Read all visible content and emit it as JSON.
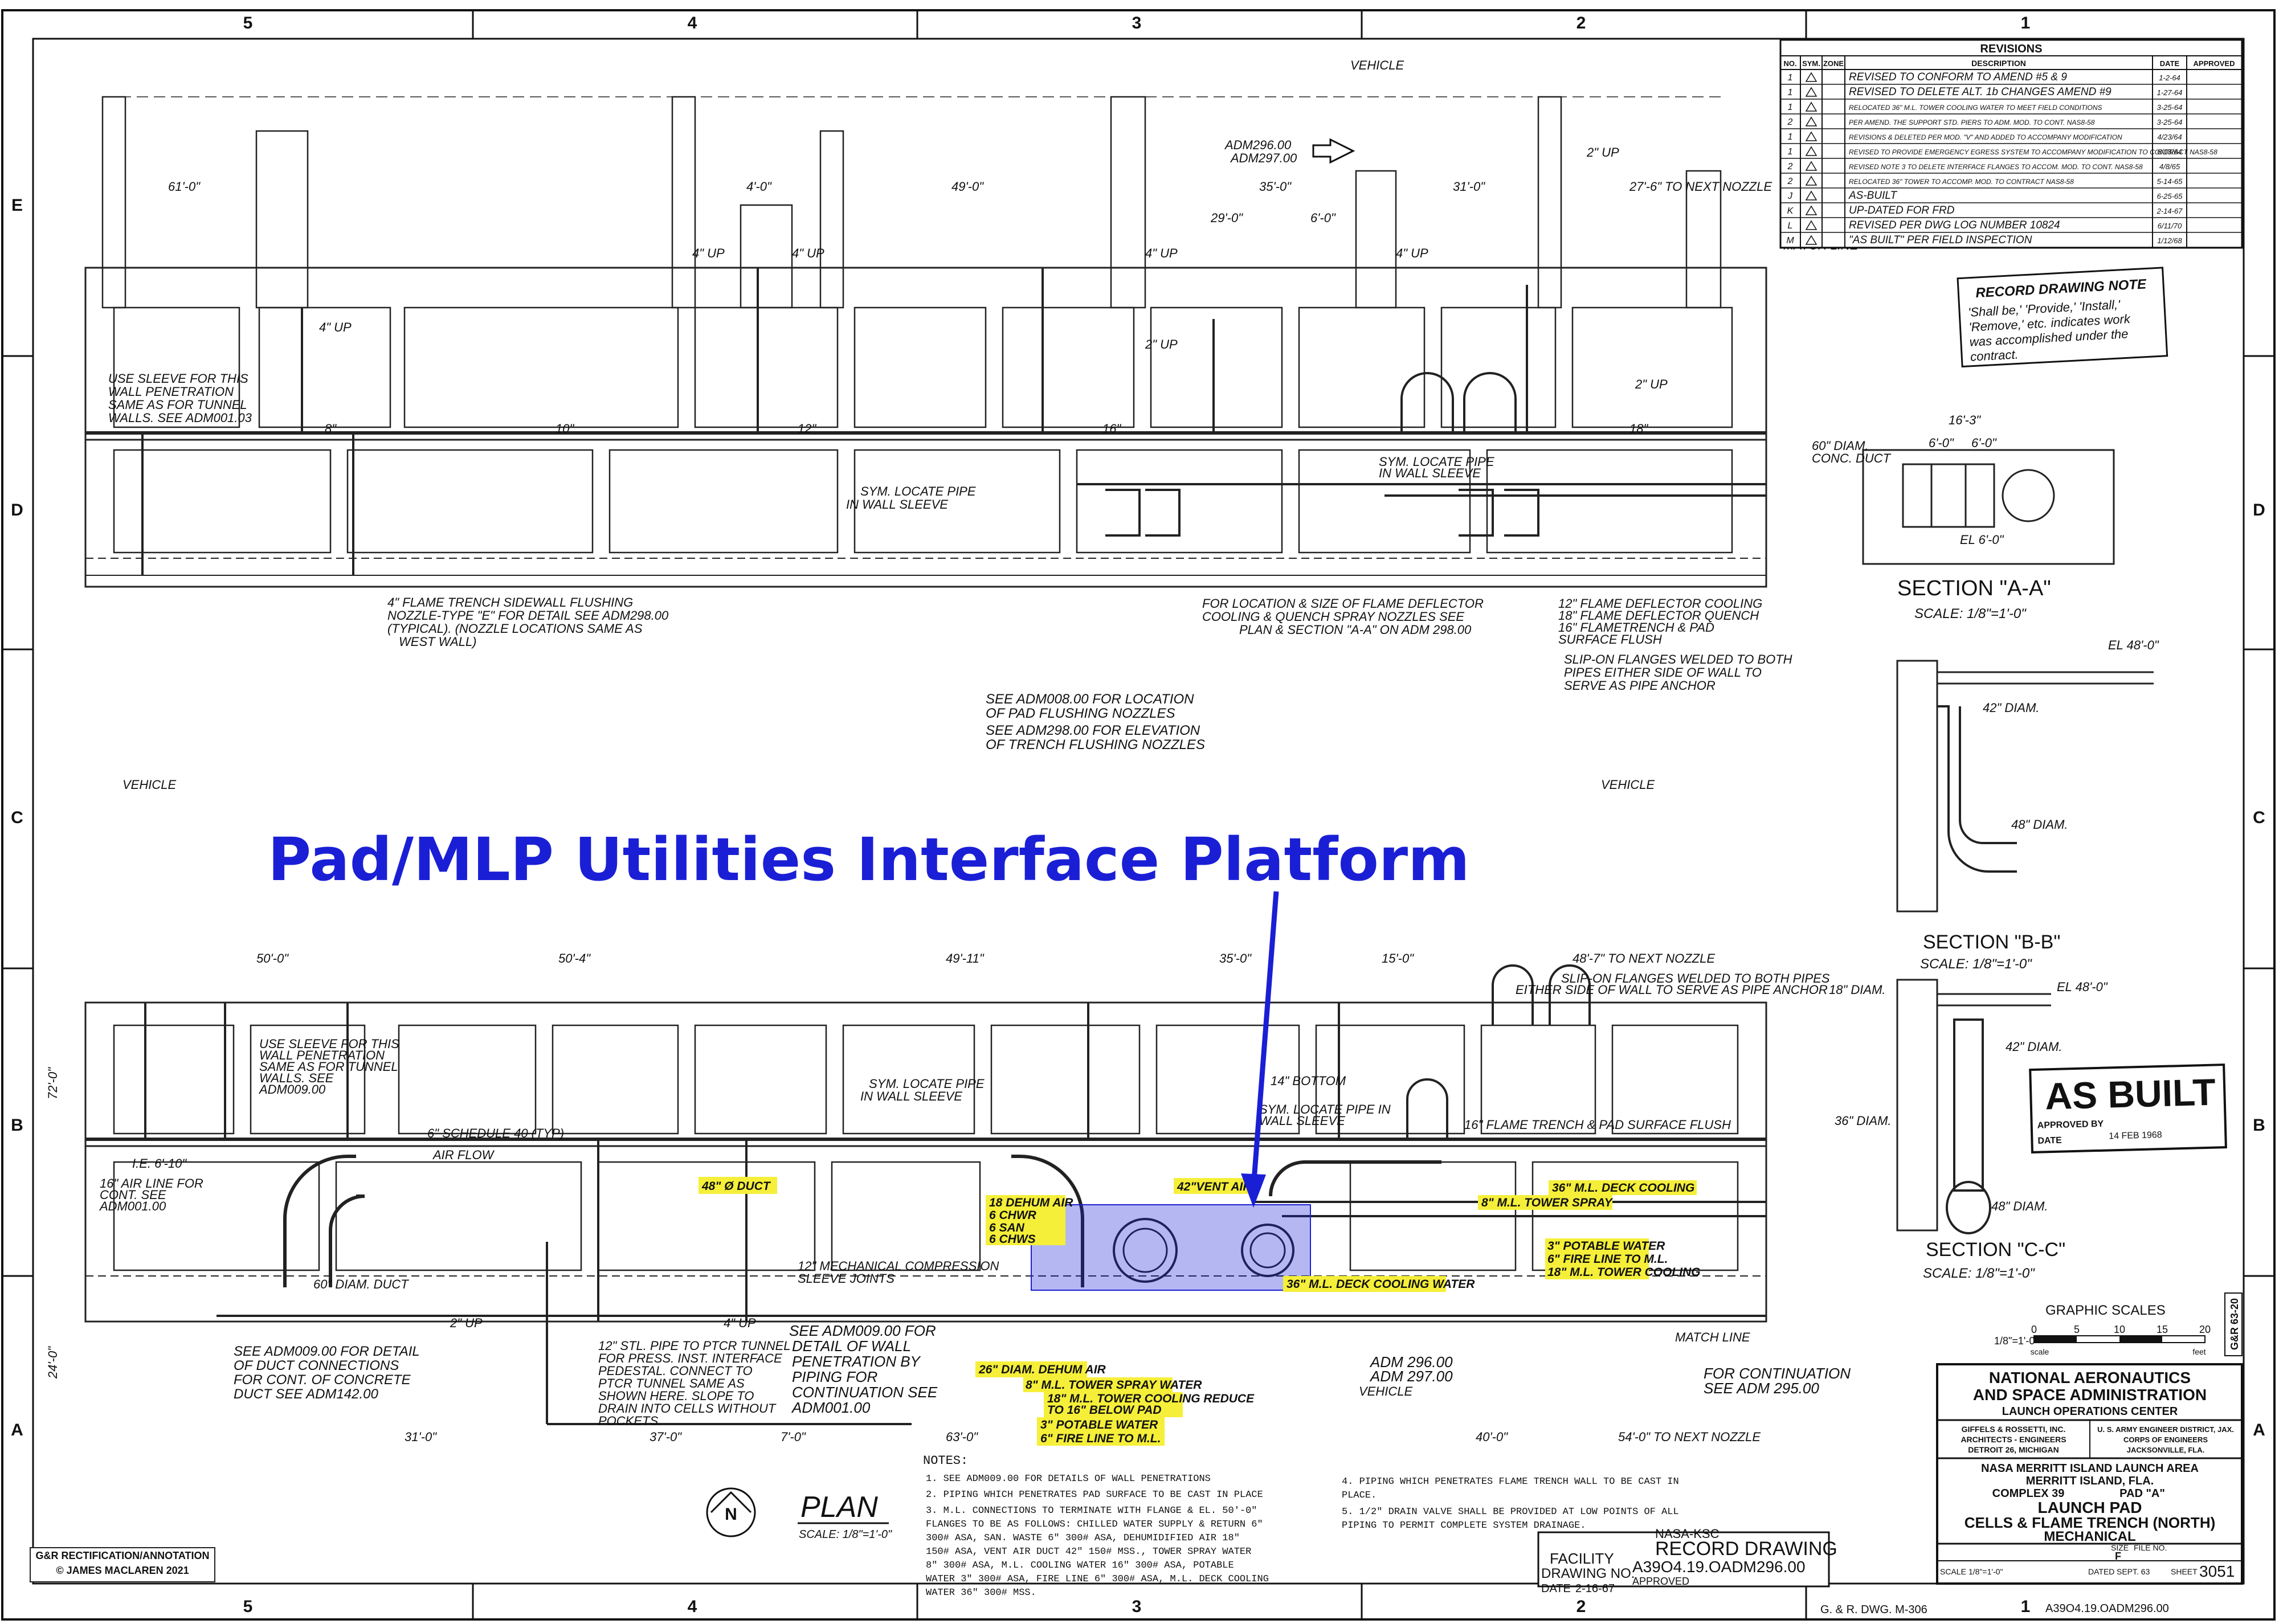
{
  "border": {
    "columns": [
      "5",
      "4",
      "3",
      "2",
      "1"
    ],
    "rows": [
      "E",
      "D",
      "C",
      "B",
      "A"
    ]
  },
  "overlay": {
    "title": "Pad/MLP Utilities Interface Platform",
    "color": "#1a1fd6",
    "highlight_color": "#f5ef3a"
  },
  "revisions": {
    "title": "REVISIONS",
    "headers": [
      "NO.",
      "SYM.",
      "ZONE",
      "DESCRIPTION",
      "DATE",
      "APPROVED"
    ],
    "rows": [
      {
        "no": "1",
        "desc": "REVISED TO CONFORM TO AMEND #5 & 9",
        "date": "1-2-64"
      },
      {
        "no": "1",
        "desc": "REVISED TO DELETE ALT. 1b CHANGES AMEND #9",
        "date": "1-27-64"
      },
      {
        "no": "1",
        "desc": "RELOCATED 36\" M.L. TOWER COOLING WATER TO MEET FIELD CONDITIONS",
        "date": "3-25-64"
      },
      {
        "no": "2",
        "desc": "PER AMEND. THE SUPPORT STD. PIERS TO ADM. MOD. TO CONT. NAS8-58",
        "date": "3-25-64"
      },
      {
        "no": "1",
        "desc": "REVISIONS & DELETED PER MOD. \"V\" AND ADDED TO ACCOMPANY MODIFICATION",
        "date": "4/23/64"
      },
      {
        "no": "1",
        "desc": "REVISED TO PROVIDE EMERGENCY EGRESS SYSTEM TO ACCOMPANY MODIFICATION TO CONTRACT NAS8-58",
        "date": "6/18/64"
      },
      {
        "no": "2",
        "desc": "REVISED NOTE 3 TO DELETE INTERFACE FLANGES TO ACCOM. MOD. TO CONT. NAS8-58",
        "date": "4/8/65"
      },
      {
        "no": "2",
        "desc": "RELOCATED 36\" TOWER TO ACCOMP. MOD. TO CONTRACT NAS8-58",
        "date": "5-14-65"
      },
      {
        "no": "J",
        "desc": "AS-BUILT",
        "date": "6-25-65"
      },
      {
        "no": "K",
        "desc": "UP-DATED FOR FRD",
        "date": "2-14-67"
      },
      {
        "no": "L",
        "desc": "REVISED PER DWG LOG NUMBER 10824",
        "date": "6/11/70"
      },
      {
        "no": "M",
        "desc": "\"AS BUILT\" PER FIELD INSPECTION",
        "date": "1/12/68"
      }
    ]
  },
  "record_note": {
    "title": "RECORD DRAWING NOTE",
    "body": [
      "'Shall be,' 'Provide,' 'Install,'",
      "'Remove,' etc. indicates work",
      "was accomplished under the",
      "contract."
    ]
  },
  "top_plan": {
    "labels": {
      "vehicle_top": "VEHICLE",
      "adm_ref": "ADM296.00",
      "adm_ref2": "ADM297.00",
      "dim_61": "61'-0\"",
      "dim_4_0": "4'-0\"",
      "dim_49": "49'-0\"",
      "dim_35": "35'-0\"",
      "dim_31": "31'-0\"",
      "dim_next": "27'-6\" TO NEXT NOZZLE",
      "dim_29": "29'-0\"",
      "dim_6": "6'-0\"",
      "up4a": "4\" UP",
      "up4b": "4\" UP",
      "up4c": "4\" UP",
      "up4d": "4\" UP",
      "up4e": "4\" UP",
      "up2a": "2\" UP",
      "up2b": "2\" UP",
      "up2c": "2\" UP",
      "match_line": "MATCH LINE",
      "sleeve_note_1": "USE SLEEVE FOR THIS",
      "sleeve_note_2": "WALL PENETRATION",
      "sleeve_note_3": "SAME AS FOR TUNNEL",
      "sleeve_note_4": "WALLS. SEE ADM001.03",
      "sym_locate_1": "SYM. LOCATE PIPE",
      "sym_locate_2": "IN WALL SLEEVE",
      "sym_locate_3": "SYM. LOCATE PIPE",
      "sym_locate_4": "IN WALL SLEEVE",
      "flush_1": "4\" FLAME TRENCH SIDEWALL FLUSHING",
      "flush_2": "NOZZLE-TYPE \"E\" FOR DETAIL SEE ADM298.00",
      "flush_3": "(TYPICAL). (NOZZLE LOCATIONS SAME AS",
      "flush_4": "WEST WALL)",
      "deflect_1": "FOR LOCATION & SIZE OF FLAME DEFLECTOR",
      "deflect_2": "COOLING & QUENCH SPRAY NOZZLES SEE",
      "deflect_3": "PLAN & SECTION \"A-A\" ON ADM 298.00",
      "fd_1": "12\" FLAME DEFLECTOR COOLING",
      "fd_2": "18\" FLAME DEFLECTOR QUENCH",
      "fd_3": "16\" FLAMETRENCH & PAD",
      "fd_4": "SURFACE FLUSH",
      "slip_1": "SLIP-ON FLANGES WELDED TO BOTH",
      "slip_2": "PIPES EITHER SIDE OF WALL TO",
      "slip_3": "SERVE AS PIPE ANCHOR",
      "see_1": "SEE ADM008.00 FOR LOCATION",
      "see_2": "OF PAD FLUSHING NOZZLES",
      "see_3": "SEE ADM298.00 FOR ELEVATION",
      "see_4": "OF TRENCH FLUSHING NOZZLES",
      "vehicle_left": "VEHICLE",
      "vehicle_mid": "VEHICLE",
      "pipe_8": "8\"",
      "pipe_10": "10\"",
      "pipe_12": "12\"",
      "pipe_16": "16\"",
      "pipe_18": "18\""
    }
  },
  "bottom_plan": {
    "labels": {
      "dim_50": "50'-0\"",
      "dim_50_4": "50'-4\"",
      "dim_49_11": "49'-11\"",
      "dim_35": "35'-0\"",
      "dim_15": "15'-0\"",
      "dim_next": "48'-7\" TO NEXT NOZZLE",
      "sleeve_1": "USE SLEEVE FOR THIS",
      "sleeve_2": "WALL PENETRATION",
      "sleeve_3": "SAME AS FOR TUNNEL",
      "sleeve_4": "WALLS. SEE",
      "sleeve_5": "ADM009.00",
      "sym_1": "SYM. LOCATE PIPE",
      "sym_2": "IN WALL SLEEVE",
      "sym_3": "SYM. LOCATE PIPE IN",
      "sym_4": "WALL SLEEVE",
      "bottom14": "14\" BOTTOM",
      "sched": "6\" SCHEDULE 40 (TYP)",
      "airflow": "AIR FLOW",
      "ft_flush": "16\" FLAME TRENCH & PAD SURFACE FLUSH",
      "slip_1": "SLIP-ON FLANGES WELDED TO BOTH PIPES",
      "slip_2": "EITHER SIDE OF WALL TO SERVE AS PIPE ANCHOR",
      "air16_1": "16\" AIR LINE FOR",
      "air16_2": "CONT. SEE",
      "air16_3": "ADM001.00",
      "ie": "I.E. 6'-10\"",
      "diam60": "60\" DIAM. DUCT",
      "up2": "2\" UP",
      "up4": "4\" UP",
      "mech_1": "12\" MECHANICAL COMPRESSION",
      "mech_2": "SLEEVE JOINTS",
      "adm_1": "SEE ADM009.00 FOR DETAIL",
      "adm_2": "OF DUCT CONNECTIONS",
      "adm_3": "FOR CONT. OF CONCRETE",
      "adm_4": "DUCT SEE ADM142.00",
      "stl_1": "12\" STL. PIPE TO PTCR TUNNEL",
      "stl_2": "FOR PRESS. INST. INTERFACE",
      "stl_3": "PEDESTAL. CONNECT TO",
      "stl_4": "PTCR TUNNEL SAME AS",
      "stl_5": "SHOWN HERE. SLOPE TO",
      "stl_6": "DRAIN INTO CELLS WITHOUT",
      "stl_7": "POCKETS.",
      "adm9_1": "SEE ADM009.00 FOR",
      "adm9_2": "DETAIL OF WALL",
      "adm9_3": "PENETRATION BY",
      "adm9_4": "PIPING FOR",
      "adm9_5": "CONTINUATION SEE",
      "adm9_6": "ADM001.00",
      "adm296": "ADM 296.00",
      "adm297": "ADM 297.00",
      "vehicle": "VEHICLE",
      "cont_1": "FOR CONTINUATION",
      "cont_2": "SEE ADM 295.00",
      "match_line": "MATCH LINE",
      "next_nozzle": "54'-0\" TO NEXT NOZZLE",
      "dim_31": "31'-0\"",
      "dim_37": "37'-0\"",
      "dim_7": "7'-0\"",
      "dim_63": "63'-0\"",
      "dim_40": "40'-0\"",
      "dim_24": "24'-0\"",
      "dim_72": "72'-0\""
    },
    "highlights": {
      "duct48": "48\" Ø DUCT",
      "dehum_1": "18 DEHUM AIR",
      "dehum_2": "6 CHWR",
      "dehum_3": "6 SAN",
      "dehum_4": "6 CHWS",
      "ventair": "42\"VENT AIR",
      "deck36": "36\" M.L. DECK COOLING",
      "tower8": "8\" M.L. TOWER SPRAY",
      "potable3": "3\" POTABLE WATER",
      "fire6": "6\" FIRE LINE TO M.L.",
      "tower18": "18\" M.L. TOWER COOLING",
      "deck36b": "36\" M.L. DECK COOLING WATER",
      "dehum26": "26\" DIAM. DEHUM AIR",
      "spray8": "8\" M.L. TOWER SPRAY WATER",
      "reduce_1": "18\" M.L. TOWER COOLING REDUCE",
      "reduce_2": "TO 16\" BELOW PAD",
      "potable3b": "3\" POTABLE WATER",
      "fire6b": "6\" FIRE LINE TO M.L."
    }
  },
  "sections": {
    "a": {
      "title": "SECTION \"A-A\"",
      "scale": "SCALE: 1/8\"=1'-0\"",
      "duct": "60\" DIAM.",
      "duct2": "CONC. DUCT",
      "d1": "16'-3\"",
      "d2": "6'-0\"",
      "d3": "6'-0\"",
      "el": "EL 6'-0\""
    },
    "b": {
      "title": "SECTION \"B-B\"",
      "scale": "SCALE: 1/8\"=1'-0\"",
      "el": "EL 48'-0\"",
      "d42": "42\" DIAM.",
      "d48": "48\" DIAM."
    },
    "c": {
      "title": "SECTION \"C-C\"",
      "scale": "SCALE: 1/8\"=1'-0\"",
      "el": "EL 48'-0\"",
      "d18": "18\" DIAM.",
      "d42": "42\" DIAM.",
      "d36": "36\" DIAM.",
      "d48": "48\" DIAM."
    }
  },
  "as_built": {
    "stamp": "AS BUILT",
    "approved": "APPROVED BY",
    "date": "DATE",
    "date_value": "14 FEB 1968"
  },
  "graphic_scales": {
    "title": "GRAPHIC SCALES",
    "ticks": [
      "0",
      "5",
      "10",
      "15",
      "20"
    ],
    "scale_label": "1/8\"=1'-0\"",
    "unit_left": "scale",
    "unit_right": "feet"
  },
  "plan": {
    "title": "PLAN",
    "scale": "SCALE: 1/8\"=1'-0\"",
    "north": "N"
  },
  "notes": {
    "title": "NOTES:",
    "items": [
      "1. SEE ADM009.00 FOR DETAILS OF WALL PENETRATIONS",
      "2. PIPING WHICH PENETRATES PAD SURFACE TO BE CAST IN PLACE",
      "3. M.L. CONNECTIONS TO TERMINATE WITH FLANGE & EL. 50'-0\"",
      "   FLANGES TO BE AS FOLLOWS: CHILLED WATER SUPPLY & RETURN 6\"",
      "   300# ASA, SAN. WASTE 6\" 300# ASA, DEHUMIDIFIED AIR 18\"",
      "   150# ASA, VENT AIR DUCT 42\" 150# MSS., TOWER SPRAY WATER",
      "   8\" 300# ASA, M.L. COOLING WATER 16\" 300# ASA, POTABLE",
      "   WATER 3\" 300# ASA, FIRE LINE 6\" 300# ASA, M.L. DECK COOLING",
      "   WATER 36\" 300# MSS."
    ],
    "items_right": [
      "4. PIPING WHICH PENETRATES FLAME TRENCH WALL TO BE CAST IN",
      "   PLACE.",
      "5. 1/2\" DRAIN VALVE SHALL BE PROVIDED AT LOW POINTS OF ALL",
      "   PIPING TO PERMIT COMPLETE SYSTEM DRAINAGE."
    ]
  },
  "record_drawing": {
    "org": "NASA-KSC",
    "title": "RECORD DRAWING",
    "drawing_no_label": "DRAWING NO.",
    "drawing_no": "A39O4.19.OADM296.00",
    "approved": "APPROVED",
    "date_label": "DATE",
    "date": "2-16-67"
  },
  "facility_label": "FACILITY",
  "title_block": {
    "agency_1": "NATIONAL AERONAUTICS",
    "agency_2": "AND SPACE ADMINISTRATION",
    "agency_3": "LAUNCH OPERATIONS CENTER",
    "firm_1": "GIFFELS & ROSSETTI, INC.",
    "firm_2": "ARCHITECTS - ENGINEERS",
    "firm_3": "DETROIT 26, MICHIGAN",
    "corps_1": "U. S. ARMY ENGINEER DISTRICT, JAX.",
    "corps_2": "CORPS OF ENGINEERS",
    "corps_3": "JACKSONVILLE, FLA.",
    "area_1": "NASA MERRITT ISLAND LAUNCH AREA",
    "area_2": "MERRITT ISLAND, FLA.",
    "area_3": "COMPLEX 39",
    "area_pad": "PAD \"A\"",
    "drawing_1": "LAUNCH PAD",
    "drawing_2": "CELLS & FLAME TRENCH (NORTH)",
    "drawing_3": "MECHANICAL",
    "size_label": "SIZE",
    "size": "F",
    "file_label": "FILE NO.",
    "scale_label": "SCALE",
    "scale": "1/8\"=1'-0\"",
    "dated_label": "DATED",
    "dated": "SEPT. 63",
    "sheet_label": "SHEET",
    "sheet": "3051"
  },
  "footer": {
    "gr_dwg": "G. & R. DWG. M-306",
    "drawing_id": "A39O4.19.OADM296.00",
    "side_code": "G&R 63-20"
  },
  "credit": {
    "line1": "G&R RECTIFICATION/ANNOTATION",
    "line2": "© JAMES MACLAREN 2021"
  }
}
